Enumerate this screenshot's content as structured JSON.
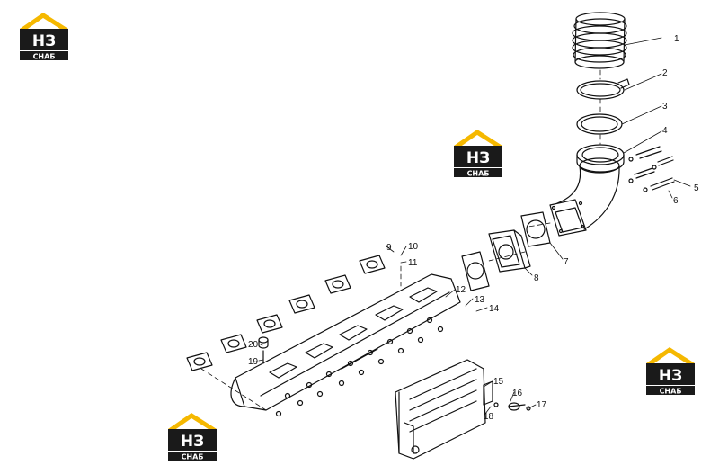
{
  "diagram": {
    "callouts": [
      "1",
      "2",
      "3",
      "4",
      "5",
      "6",
      "7",
      "8",
      "9",
      "10",
      "11",
      "12",
      "13",
      "14",
      "15",
      "16",
      "17",
      "18",
      "19",
      "20"
    ]
  },
  "logo": {
    "main": "НЗ",
    "sub": "СНАБ",
    "colors": {
      "roof": "#f5b800",
      "box": "#1a1a1a",
      "text": "#ffffff"
    }
  }
}
